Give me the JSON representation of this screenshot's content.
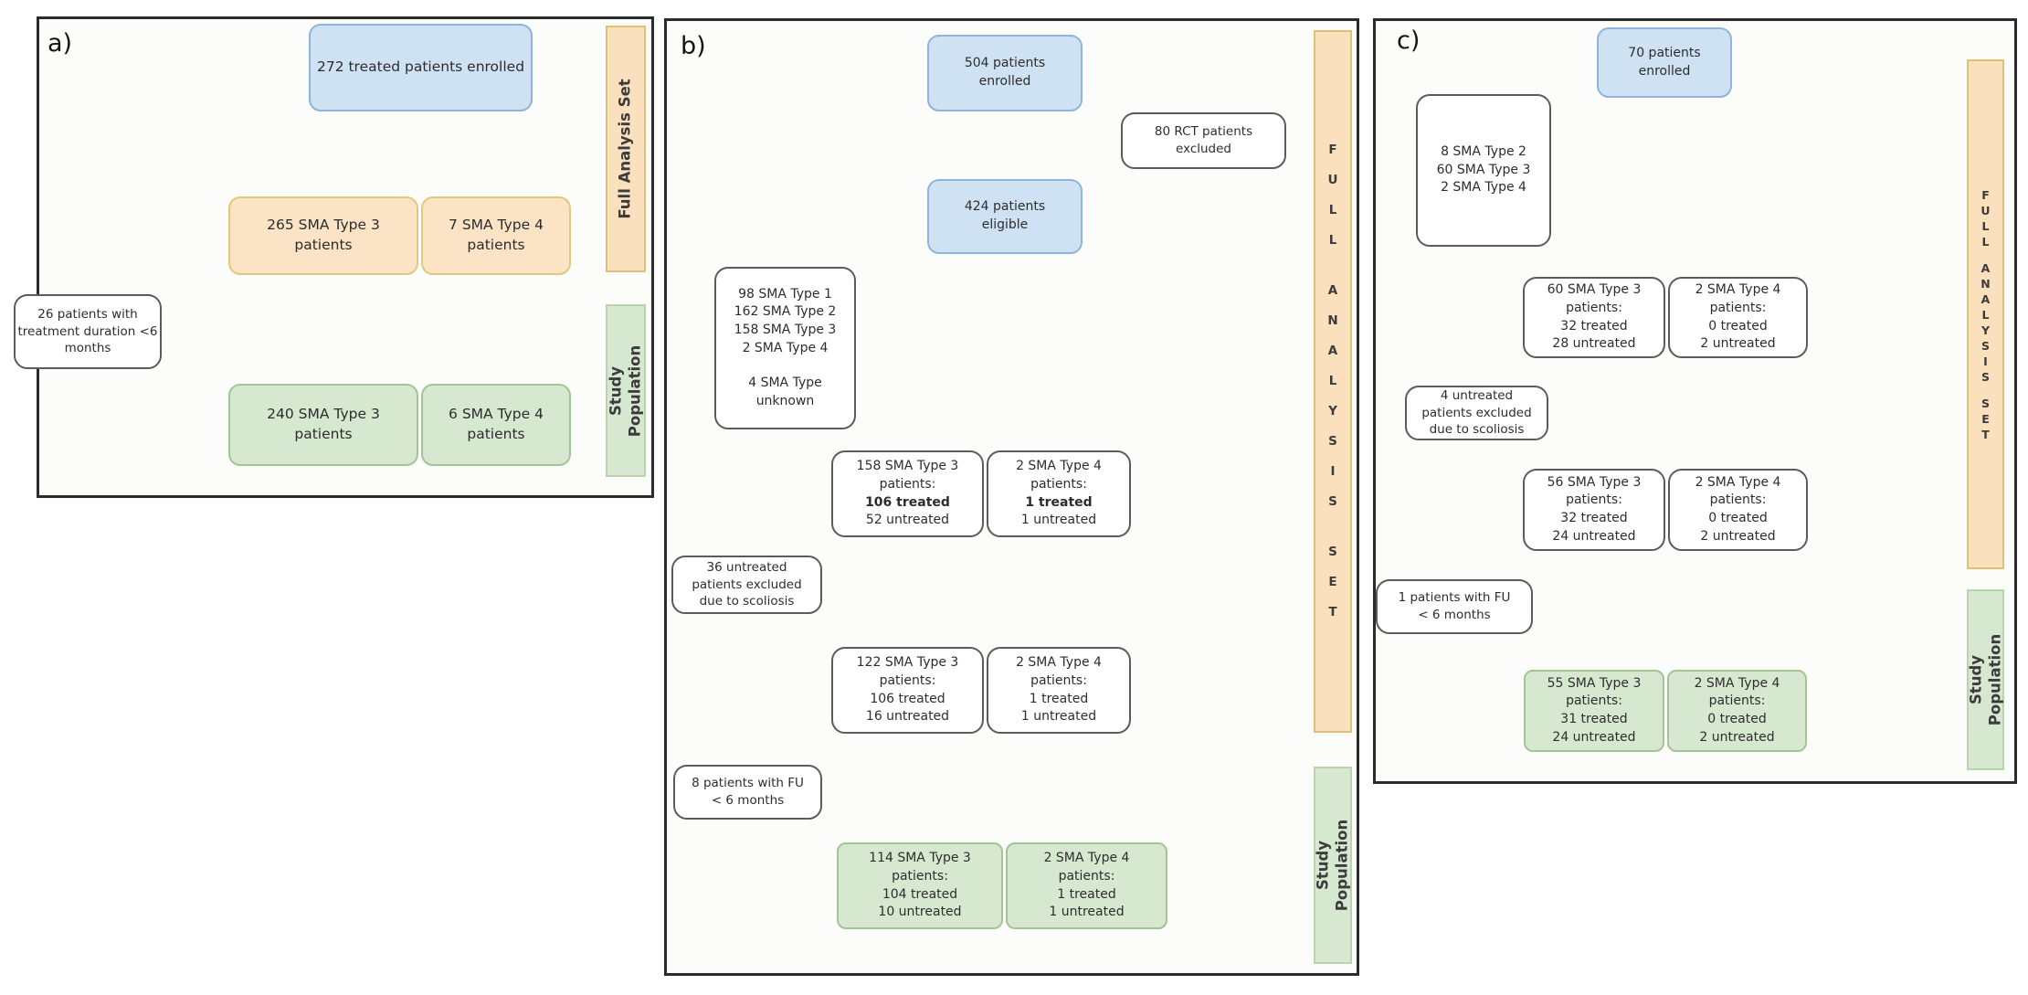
{
  "figure": {
    "title": "Patient disposition flow diagram (panels a, b, c)",
    "colors": {
      "blue_fill": "#cfe2f3",
      "blue_stroke": "#8fb4d9",
      "orange_fill": "#fbe3c5",
      "orange_stroke": "#e1c87f",
      "green_fill": "#d6e8d0",
      "green_stroke": "#a2c594",
      "box_stroke": "#5b5b5b",
      "panel_border": "#2b2b2b",
      "text": "#2d2d2d"
    },
    "panels": [
      {
        "id": "a",
        "label": "a)",
        "nodes": [
          {
            "id": "a-blue",
            "kind": "blue",
            "lines": [
              "272 treated patients enrolled"
            ]
          },
          {
            "id": "a-or1",
            "kind": "orange",
            "lines": [
              "265 SMA Type 3",
              "patients"
            ]
          },
          {
            "id": "a-or2",
            "kind": "orange",
            "lines": [
              "7 SMA Type 4",
              "patients"
            ]
          },
          {
            "id": "a-side1",
            "kind": "plain",
            "lines": [
              "26 patients with",
              "treatment duration <6",
              "months"
            ]
          },
          {
            "id": "a-gr1",
            "kind": "green",
            "lines": [
              "240 SMA Type 3",
              "patients"
            ]
          },
          {
            "id": "a-gr2",
            "kind": "green",
            "lines": [
              "6 SMA Type 4",
              "patients"
            ]
          }
        ],
        "strips": [
          {
            "id": "a-strip-fas",
            "kind": "orange",
            "mode": "rot",
            "lines": [
              "Full Analysis Set"
            ]
          },
          {
            "id": "a-strip-sp",
            "kind": "green",
            "mode": "rot",
            "lines": [
              "Study",
              "Population"
            ]
          }
        ]
      },
      {
        "id": "b",
        "label": "b)",
        "nodes": [
          {
            "id": "b-blue1",
            "kind": "blue",
            "lines": [
              "504 patients",
              "enrolled"
            ]
          },
          {
            "id": "b-rct",
            "kind": "plain",
            "lines": [
              "80 RCT patients",
              "excluded"
            ]
          },
          {
            "id": "b-blue2",
            "kind": "blue",
            "lines": [
              "424 patients",
              "eligible"
            ]
          },
          {
            "id": "b-list",
            "kind": "plain",
            "lines": [
              "98 SMA Type 1",
              "162 SMA Type 2",
              "158 SMA Type 3",
              "2 SMA Type 4",
              "",
              "4 SMA Type",
              "unknown"
            ]
          },
          {
            "id": "b-p1l",
            "kind": "plain pair",
            "lines": [
              "158 SMA Type 3",
              "patients:",
              "106 treated",
              "52 untreated"
            ],
            "bold": [
              2
            ]
          },
          {
            "id": "b-p1r",
            "kind": "plain pair",
            "lines": [
              "2 SMA Type 4",
              "patients:",
              "1 treated",
              "1 untreated"
            ],
            "bold": [
              2
            ]
          },
          {
            "id": "b-36",
            "kind": "plain",
            "lines": [
              "36 untreated",
              "patients excluded",
              "due to scoliosis"
            ]
          },
          {
            "id": "b-p2l",
            "kind": "plain pair",
            "lines": [
              "122 SMA Type 3",
              "patients:",
              "106 treated",
              "16 untreated"
            ]
          },
          {
            "id": "b-p2r",
            "kind": "plain pair",
            "lines": [
              "2 SMA Type 4",
              "patients:",
              "1 treated",
              "1 untreated"
            ]
          },
          {
            "id": "b-8",
            "kind": "plain",
            "lines": [
              "8 patients with FU",
              "< 6 months"
            ]
          },
          {
            "id": "b-gr1",
            "kind": "green pair",
            "lines": [
              "114 SMA Type 3",
              "patients:",
              "104 treated",
              "10 untreated"
            ]
          },
          {
            "id": "b-gr2",
            "kind": "green pair",
            "lines": [
              "2 SMA Type 4",
              "patients:",
              "1 treated",
              "1 untreated"
            ]
          }
        ],
        "strips": [
          {
            "id": "b-strip-fas",
            "kind": "orange",
            "mode": "letters",
            "text": "FULL ANALYSIS SET"
          },
          {
            "id": "b-strip-sp",
            "kind": "green",
            "mode": "rot",
            "lines": [
              "Study",
              "Population"
            ]
          }
        ]
      },
      {
        "id": "c",
        "label": "c)",
        "nodes": [
          {
            "id": "c-blue",
            "kind": "blue",
            "lines": [
              "70 patients",
              "enrolled"
            ]
          },
          {
            "id": "c-list",
            "kind": "plain",
            "lines": [
              "8 SMA Type 2",
              "60 SMA Type 3",
              "2 SMA Type 4"
            ]
          },
          {
            "id": "c-p1l",
            "kind": "plain pair",
            "lines": [
              "60 SMA Type 3",
              "patients:",
              "32 treated",
              "28 untreated"
            ]
          },
          {
            "id": "c-p1r",
            "kind": "plain pair",
            "lines": [
              "2 SMA Type 4",
              "patients:",
              "0 treated",
              "2 untreated"
            ]
          },
          {
            "id": "c-4",
            "kind": "plain",
            "lines": [
              "4 untreated",
              "patients excluded",
              "due to scoliosis"
            ]
          },
          {
            "id": "c-p2l",
            "kind": "plain pair",
            "lines": [
              "56 SMA Type 3",
              "patients:",
              "32 treated",
              "24 untreated"
            ]
          },
          {
            "id": "c-p2r",
            "kind": "plain pair",
            "lines": [
              "2 SMA Type 4",
              "patients:",
              "0 treated",
              "2 untreated"
            ]
          },
          {
            "id": "c-1",
            "kind": "plain",
            "lines": [
              "1 patients with FU",
              "< 6 months"
            ]
          },
          {
            "id": "c-gr1",
            "kind": "green pair",
            "lines": [
              "55 SMA Type 3",
              "patients:",
              "31 treated",
              "24 untreated"
            ]
          },
          {
            "id": "c-gr2",
            "kind": "green pair",
            "lines": [
              "2 SMA Type 4",
              "patients:",
              "0 treated",
              "2 untreated"
            ]
          }
        ],
        "strips": [
          {
            "id": "c-strip-fas",
            "kind": "orange",
            "mode": "letters",
            "text": "FULL ANALYSIS SET"
          },
          {
            "id": "c-strip-sp",
            "kind": "green",
            "mode": "rot",
            "lines": [
              "Study",
              "Population"
            ]
          }
        ]
      }
    ]
  }
}
